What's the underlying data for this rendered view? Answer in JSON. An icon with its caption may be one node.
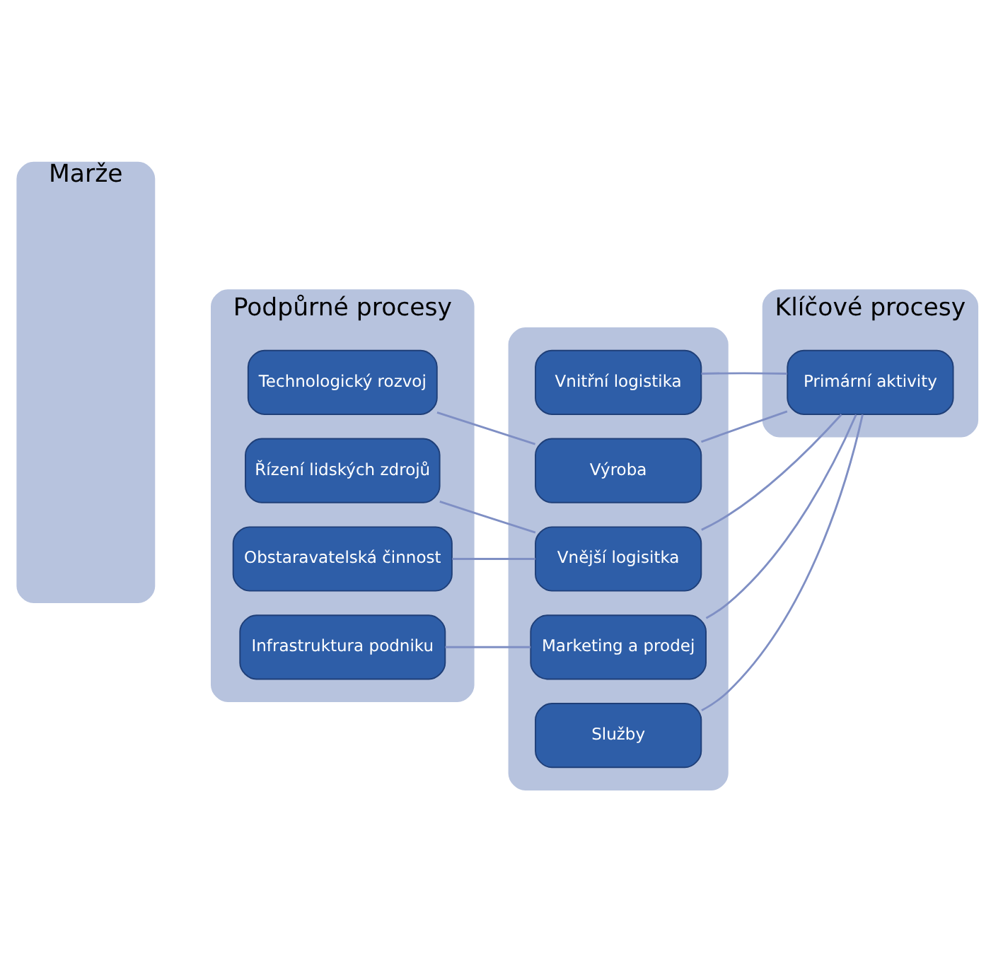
{
  "diagram": {
    "nodes": [
      {
        "text": [
          "Marže"
        ]
      },
      {
        "text": [
          "Podpůrné procesy"
        ]
      },
      {
        "text": [
          "Technologický rozvoj"
        ],
        "in": 1
      },
      {
        "text": [
          "Řízení lidských zdrojů"
        ],
        "in": 1
      },
      {
        "text": [
          "Obstaravatelská činnost"
        ],
        "in": 1
      },
      {
        "text": [
          "Infrastruktura podniku"
        ],
        "in": 1
      },
      {
        "text": [],
        "shape": "bar"
      },
      {
        "text": [
          "Vnitřní logistika"
        ],
        "in": 6
      },
      {
        "text": [
          "Výroba"
        ],
        "in": 6
      },
      {
        "text": [
          "Vnější logisitka"
        ],
        "in": 6
      },
      {
        "text": [
          "Marketing a prodej"
        ],
        "in": 6
      },
      {
        "text": [
          "Služby"
        ],
        "in": 6
      },
      {
        "text": [
          "Klíčové procesy"
        ]
      },
      {
        "text": [
          "Primární aktivity"
        ],
        "in": 12
      }
    ],
    "edges": [
      {
        "from": 2,
        "to": 8,
        "arrow": "none"
      },
      {
        "from": 3,
        "to": 9,
        "arrow": "none"
      },
      {
        "from": 4,
        "to": 9,
        "arrow": "none"
      },
      {
        "from": 5,
        "to": 10,
        "arrow": "none"
      },
      {
        "from": 7,
        "to": 13,
        "arrow": "none"
      },
      {
        "from": 8,
        "to": 13,
        "arrow": "none"
      },
      {
        "from": 9,
        "to": 13,
        "arrow": "none"
      },
      {
        "from": 10,
        "to": 13,
        "arrow": "none"
      },
      {
        "from": 11,
        "to": 13,
        "arrow": "none"
      }
    ]
  }
}
